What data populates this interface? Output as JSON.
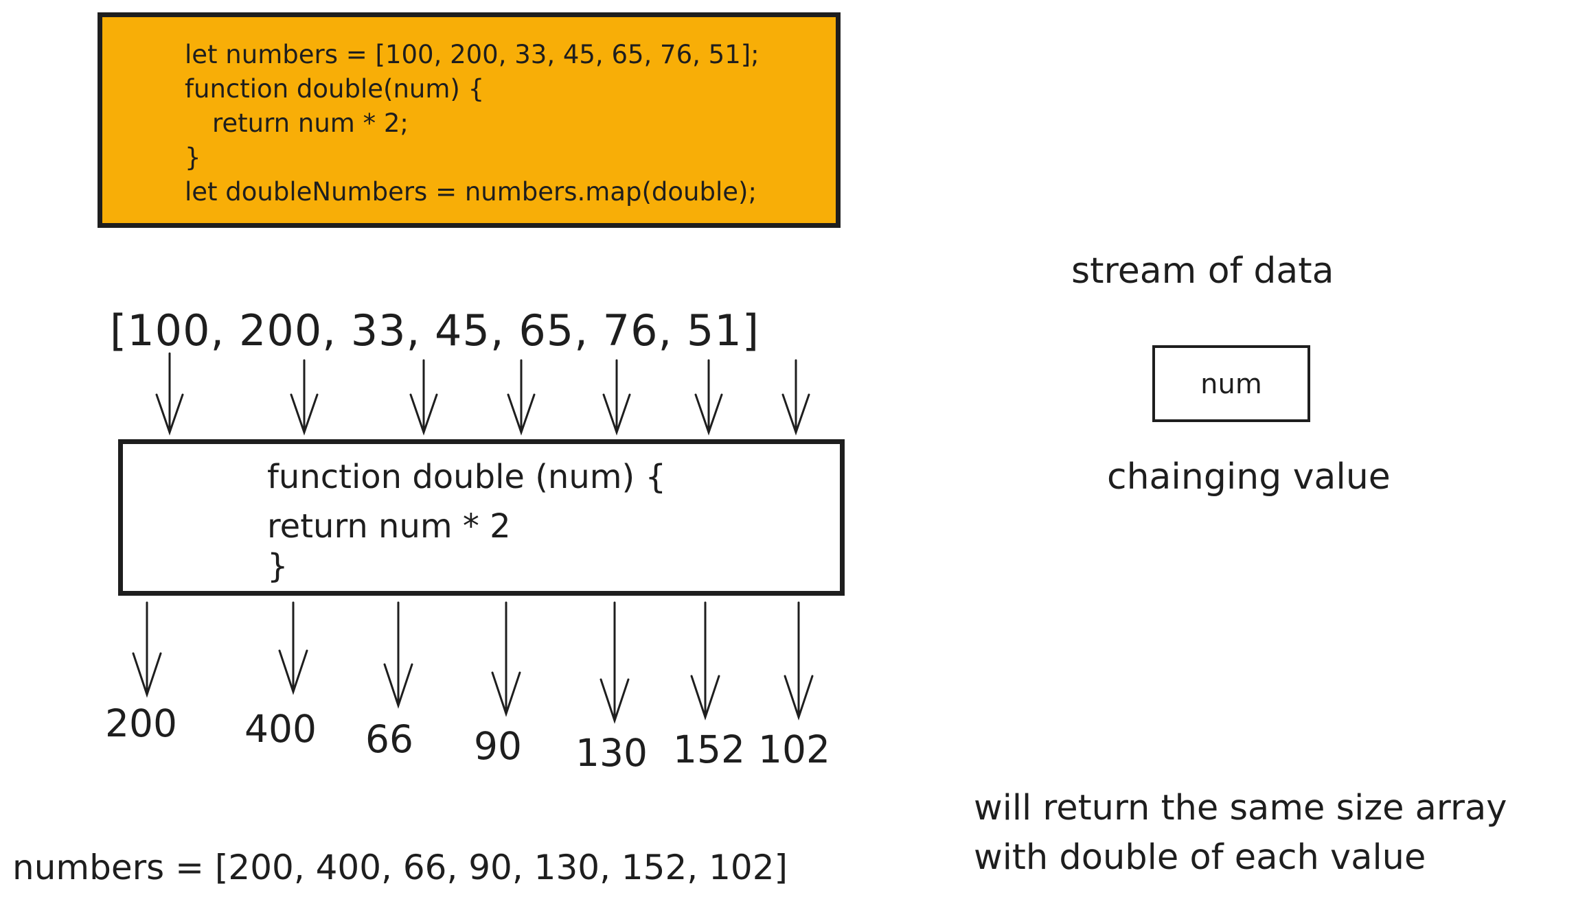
{
  "code_block": {
    "lines": [
      "let numbers = [100, 200, 33, 45, 65, 76, 51];",
      "function double(num) {",
      "return num * 2;",
      "}",
      "let doubleNumbers = numbers.map(double);"
    ],
    "background": "#f8ae07"
  },
  "input_array": "[100, 200, 33, 45, 65, 76, 51]",
  "function_box": {
    "lines": [
      "function double (num) {",
      "return num * 2",
      "}"
    ]
  },
  "outputs": [
    "200",
    "400",
    "66",
    "90",
    "130",
    "152",
    "102"
  ],
  "result": "numbers = [200, 400, 66, 90, 130, 152, 102]",
  "side": {
    "title": "stream of data",
    "box_label": "num",
    "subtitle": "chainging value"
  },
  "note": {
    "line1": "will return the same size array",
    "line2": "with double of each value"
  }
}
